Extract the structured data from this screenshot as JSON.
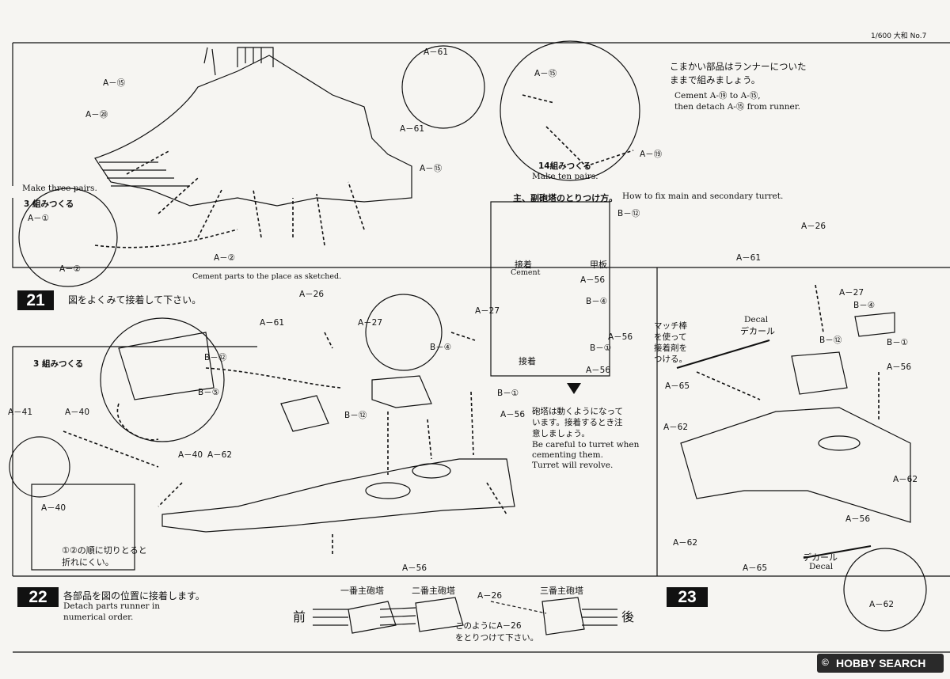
{
  "header": {
    "page_ref": "1/600 大和 No.7"
  },
  "steps": {
    "s21": "21",
    "s22": "22",
    "s23": "23"
  },
  "top": {
    "note_ja": "こまかい部品はランナーについた\nままで組みましょう。",
    "note_en_1": "Cement A-⑲ to A-⑮,",
    "note_en_2": "then detach A-⑮ from runner.",
    "make_three_en": "Make three pairs.",
    "make_three_ja": "3 組みつくる",
    "make_fourteen_ja": "14組みつくる",
    "make_ten_en": "Make ten pairs.",
    "cement_en": "Cement parts to the place as sketched.",
    "s21_ja": "図をよくみて接着して下さい。",
    "labels": {
      "a65": "A－⑮",
      "a61": "A－⑳",
      "a59": "A－⑲",
      "a1": "A－①",
      "a2": "A－②",
      "a61b": "A－61"
    }
  },
  "turret_box": {
    "title_ja": "主、副砲塔のとりつけ方。",
    "title_en": "How to fix main and secondary turret.",
    "b12": "B－⑫",
    "cement_ja": "接着",
    "cement_en": "Cement",
    "deck_ja": "甲板",
    "a56": "A－56",
    "b4": "B－④",
    "b1": "B－①",
    "matchstick_ja": "マッチ棒\nを使って\n接着剤を\nつける。",
    "revolve_ja": "砲塔は動くようになって\nいます。接着するとき注\n意しましょう。",
    "revolve_en_1": "Be careful to turret when",
    "revolve_en_2": "cementing them.",
    "revolve_en_3": "Turret will revolve."
  },
  "mid": {
    "make_three_ja": "3 組みつくる",
    "b5": "B－⑤",
    "b12": "B－⑫",
    "a41": "A－41",
    "a40": "A－40",
    "a62": "A－62",
    "a26": "A－26",
    "a61": "A－61",
    "a27": "A－27",
    "b4": "B－④",
    "b1": "B－①",
    "a56": "A－56",
    "decal_en": "Decal",
    "decal_ja": "デカール",
    "inset_order_ja": "①②の順に切りとると\n折れにくい。"
  },
  "bottom": {
    "s22_ja": "各部品を図の位置に接着します。",
    "s22_en_1": "Detach parts runner in",
    "s22_en_2": "numerical order.",
    "front_ja": "前",
    "rear_ja": "後",
    "turret1_ja": "一番主砲塔",
    "turret2_ja": "二番主砲塔",
    "turret3_ja": "三番主砲塔",
    "a26": "A－26",
    "attach_ja": "このようにA－26\nをとりつけて下さい。",
    "decal_ja": "デカール",
    "decal_en": "Decal",
    "a65": "A－65",
    "a62": "A－62"
  },
  "footer": {
    "brand": "HOBBY SEARCH",
    "copyright": "©"
  }
}
